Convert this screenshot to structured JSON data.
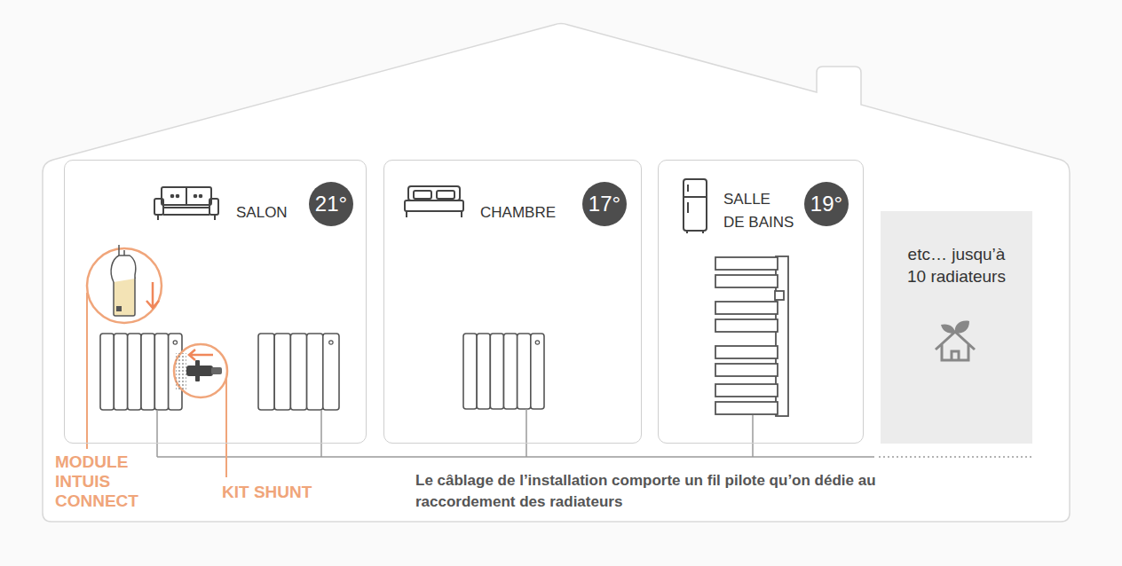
{
  "diagram": {
    "nodes": [
      {
        "text": [
          "SALON"
        ]
      },
      {
        "text": [
          "21°"
        ],
        "in": 0
      },
      {
        "text": [
          "CHAMBRE"
        ]
      },
      {
        "text": [
          "17°"
        ],
        "in": 2
      },
      {
        "text": [
          "SALLE DE BAINS"
        ]
      },
      {
        "text": [
          "19°"
        ],
        "in": 4
      },
      {
        "text": [
          "etc… jusqu’à 10 radiateurs"
        ]
      }
    ],
    "labels": [
      "MODULE INTUIS CONNECT",
      "KIT SHUNT",
      "Le câblage de l’installation comporte un fil pilote qu’on dédie au raccordement des radiateurs"
    ]
  }
}
